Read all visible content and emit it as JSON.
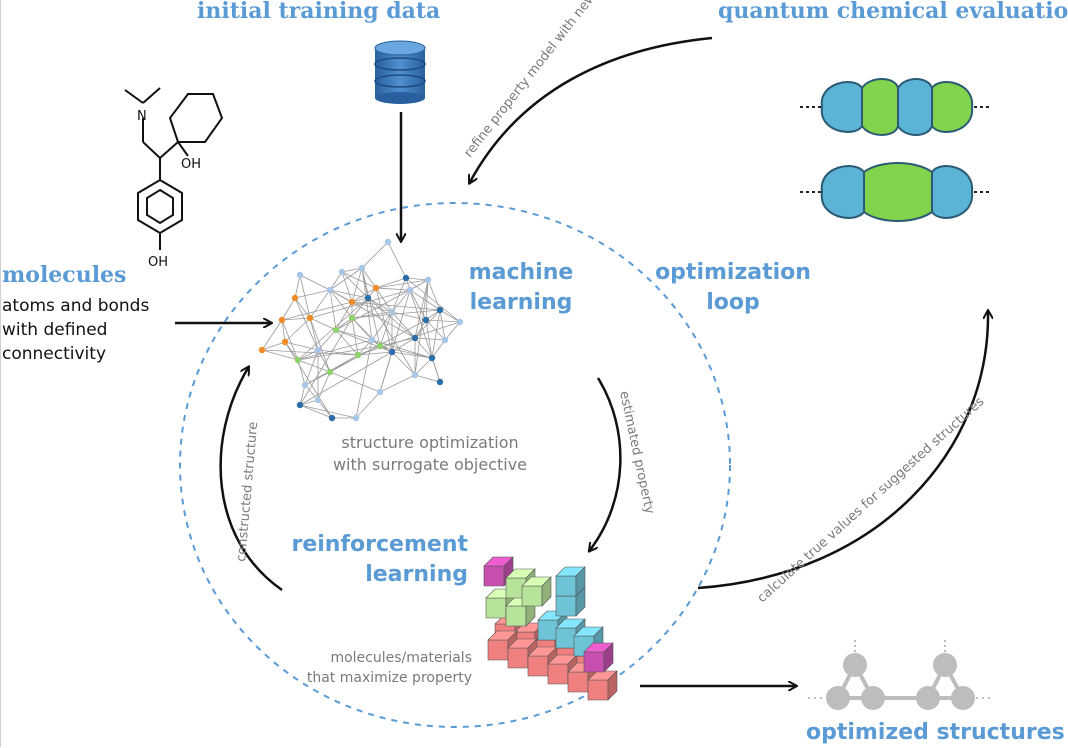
{
  "labels": {
    "initial_training_data": "initial training data",
    "quantum_chemical_evaluation": "quantum chemical evaluation",
    "molecules": "molecules",
    "molecules_desc": [
      "atoms and bonds",
      "with defined",
      "connectivity"
    ],
    "machine_learning": [
      "machine",
      "learning"
    ],
    "optimization_loop": [
      "optimization",
      "loop"
    ],
    "structure_optimization": [
      "structure optimization",
      "with surrogate objective"
    ],
    "reinforcement_learning": [
      "reinforcement",
      "learning"
    ],
    "molecules_materials": [
      "molecules/materials",
      "that maximize property"
    ],
    "optimized_structures": "optimized structures",
    "refine_model": "refine property model with new data",
    "estimated_property": "estimated property",
    "constructed_structure": "constructed structure",
    "calculate_true_values": "calculate true values for suggested structures",
    "molecule_oh_top": "OH",
    "molecule_oh_bottom": "OH",
    "molecule_n": "N"
  },
  "colors": {
    "heading_blue": "#5b9bd5",
    "loop_dash": "#5b9bd5",
    "arrow": "#111111",
    "node_orange": "#f28c28",
    "node_green": "#8fd16a",
    "node_dark_blue": "#2e6ea6",
    "node_light_blue": "#a8c6e8",
    "orbital_blue": "#5bb3d6",
    "orbital_green": "#82d44c",
    "cube_pink": "#f08080",
    "cube_green": "#b8e39a",
    "cube_teal": "#6fc3d6",
    "cube_magenta": "#c84fb0",
    "grey_structure": "#bdbdbd"
  }
}
